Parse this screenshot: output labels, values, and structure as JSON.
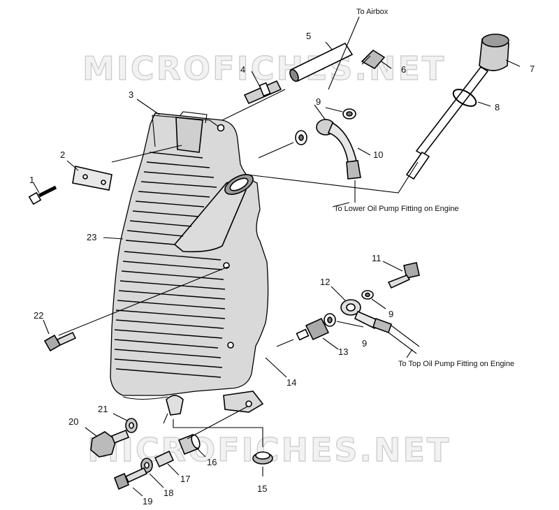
{
  "watermarks": [
    "MICROFICHES.NET",
    "MICROFICHES.NET"
  ],
  "callouts": {
    "c1": "1",
    "c2": "2",
    "c3": "3",
    "c4": "4",
    "c5": "5",
    "c6": "6",
    "c7": "7",
    "c8": "8",
    "c9a": "9",
    "c9b": "9",
    "c9c": "9",
    "c10": "10",
    "c11": "11",
    "c12": "12",
    "c13": "13",
    "c14": "14",
    "c15": "15",
    "c16": "16",
    "c17": "17",
    "c18": "18",
    "c19": "19",
    "c20": "20",
    "c21": "21",
    "c22": "22",
    "c23": "23"
  },
  "notes": {
    "airbox": "To Airbox",
    "lower_pump": "To Lower Oil Pump Fitting on Engine",
    "top_pump": "To Top Oil Pump Fitting on Engine"
  }
}
